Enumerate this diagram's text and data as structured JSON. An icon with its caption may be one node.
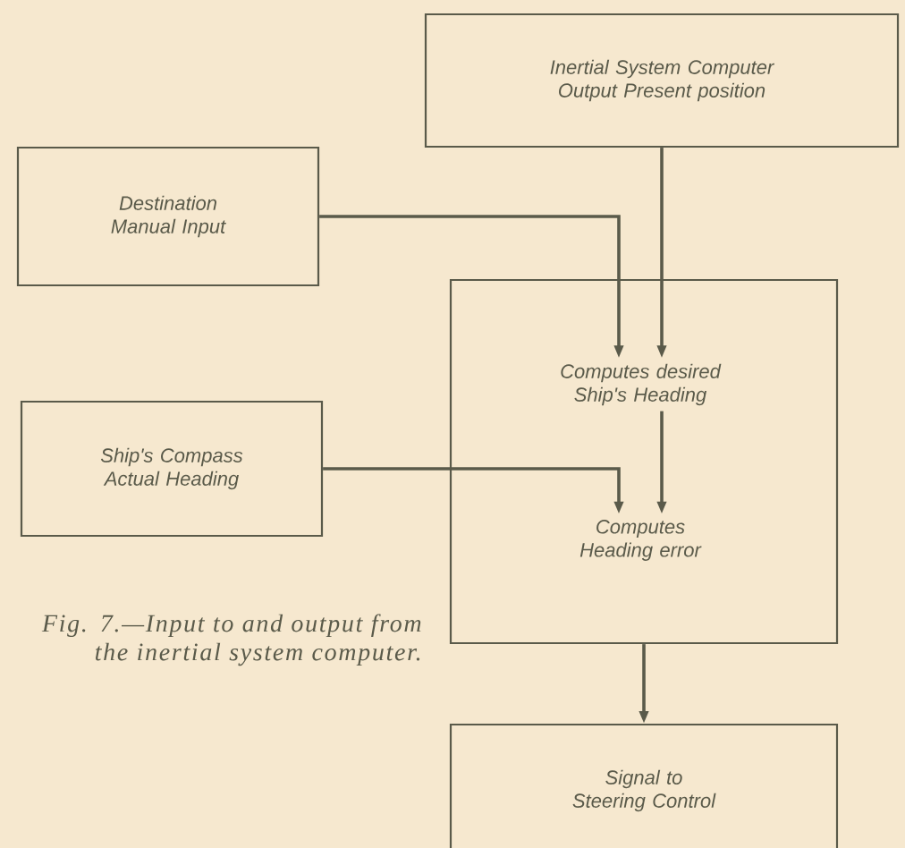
{
  "diagram": {
    "caption": "Fig. 7.—Input to and output from the inertial system computer.",
    "nodes": [
      {
        "text": [
          "Inertial System Computer Output Present position"
        ]
      },
      {
        "text": [
          "Destination Manual Input"
        ]
      },
      {
        "text": [],
        "shape": "box"
      },
      {
        "text": [
          "Computes desired Ship's Heading"
        ],
        "in": 2
      },
      {
        "text": [
          "Computes Heading error"
        ],
        "in": 2
      },
      {
        "text": [
          "Ship's Compass Actual Heading"
        ]
      },
      {
        "text": [
          "Signal to Steering Control"
        ]
      }
    ],
    "edges": [
      {
        "from": 1,
        "to": 3,
        "arrow": "to"
      },
      {
        "from": 0,
        "to": 3,
        "arrow": "to"
      },
      {
        "from": 3,
        "to": 4,
        "arrow": "to"
      },
      {
        "from": 5,
        "to": 4,
        "arrow": "to"
      },
      {
        "from": 2,
        "to": 6,
        "arrow": "to"
      }
    ]
  }
}
